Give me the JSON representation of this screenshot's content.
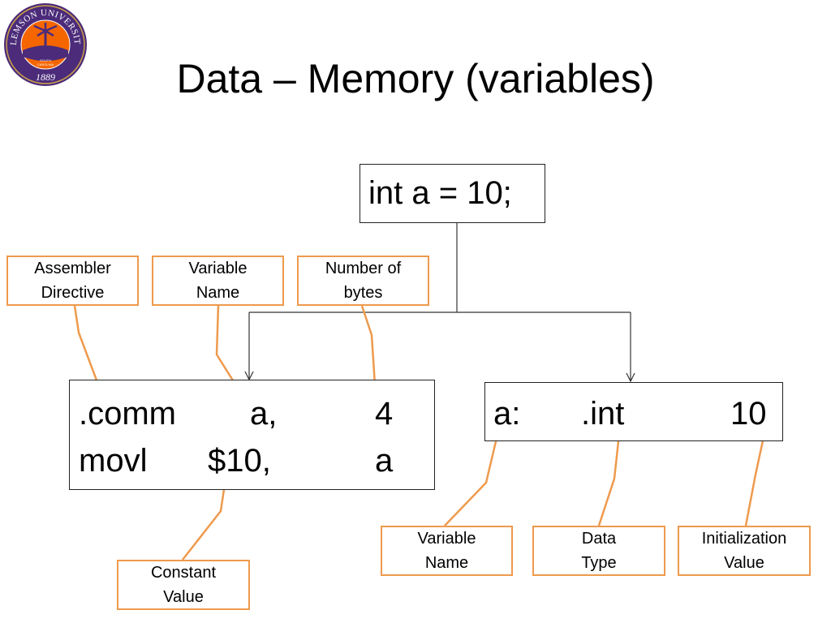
{
  "slide": {
    "title": "Data – Memory (variables)"
  },
  "logo": {
    "top_text": "CLEMSON UNIVERSITY",
    "inner_text": [
      "SOUTH",
      "CAROLINA"
    ],
    "year": "1889",
    "colors": {
      "purple": "#4b2b7a",
      "orange": "#f56600",
      "gold": "#c9a04a"
    }
  },
  "source_code": {
    "text": "int a = 10;"
  },
  "assembly_left": {
    "line1": {
      "directive": ".comm",
      "name": "a,",
      "bytes": "4"
    },
    "line2": {
      "instruction": "movl",
      "constant": "$10,",
      "operand": "a"
    }
  },
  "assembly_right": {
    "label": "a:",
    "type": ".int",
    "value": "10"
  },
  "callouts": {
    "assembler_directive": [
      "Assembler",
      "Directive"
    ],
    "variable_name_top": [
      "Variable",
      "Name"
    ],
    "number_of_bytes": [
      "Number of",
      "bytes"
    ],
    "constant_value": [
      "Constant",
      "Value"
    ],
    "variable_name_bottom": [
      "Variable",
      "Name"
    ],
    "data_type": [
      "Data",
      "Type"
    ],
    "initialization_value": [
      "Initialization",
      "Value"
    ]
  },
  "colors": {
    "callout_border": "#ee9a4d",
    "leader_line": "#ee9a4d",
    "box_border": "#222222",
    "connector": "#333333"
  }
}
